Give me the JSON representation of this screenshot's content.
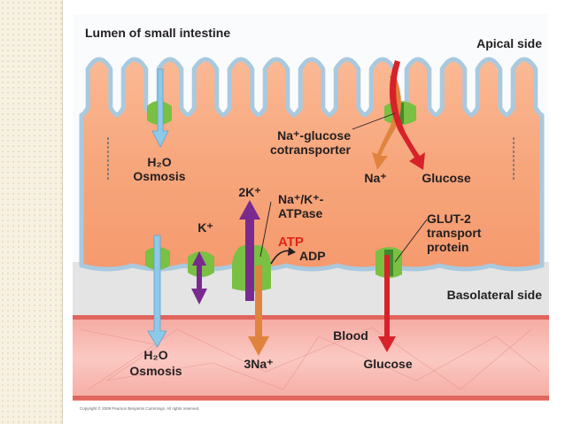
{
  "labels": {
    "lumen": "Lumen of small intestine",
    "apical": "Apical side",
    "basolateral": "Basolateral side",
    "blood": "Blood",
    "cotransporter_1": "Na⁺-glucose",
    "cotransporter_2": "cotransporter",
    "h2o_top": "H₂O",
    "osmosis_top": "Osmosis",
    "na_apical": "Na⁺",
    "glucose_apical": "Glucose",
    "two_k": "2K⁺",
    "atpase_1": "Na⁺/K⁺-",
    "atpase_2": "ATPase",
    "atp": "ATP",
    "adp": "ADP",
    "k_plus": "K⁺",
    "glut_1": "GLUT-2",
    "glut_2": "transport",
    "glut_3": "protein",
    "h2o_bottom": "H₂O",
    "osmosis_bottom": "Osmosis",
    "three_na": "3Na⁺",
    "glucose_blood": "Glucose"
  },
  "copyright": "Copyright © 2009 Pearson Benjamin Cummings. All rights reserved.",
  "colors": {
    "cell": "#f7a67c",
    "membrane": "#a9c9de",
    "blood": "#f7b9b2",
    "water_arrow": "#8fc9ea",
    "potassium_arrow": "#7a2a8f",
    "sodium_arrow": "#e0843d",
    "glucose_arrow": "#d7222a",
    "protein": "#79c043",
    "atp_text": "#e2231a"
  }
}
